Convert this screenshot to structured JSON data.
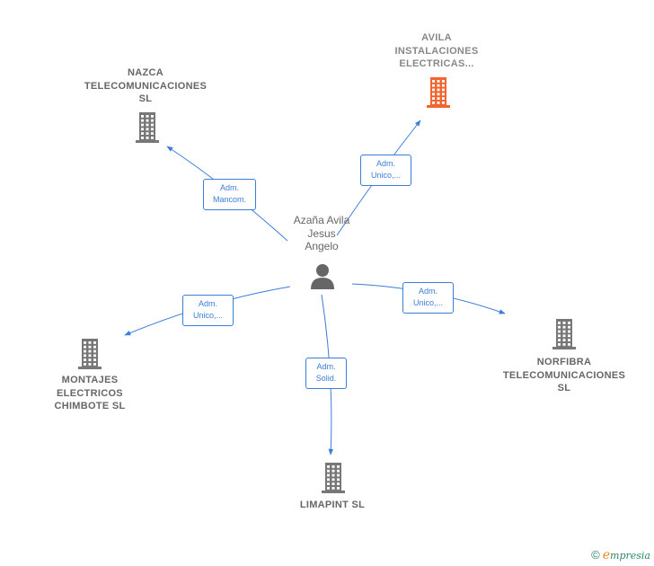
{
  "person": {
    "name_lines": [
      "Azaña Avila",
      "Jesus",
      "Angelo"
    ]
  },
  "companies": [
    {
      "name_lines": [
        "NAZCA",
        "TELECOMUNICACIONES",
        "SL"
      ],
      "highlight": false,
      "color": "#777777"
    },
    {
      "name_lines": [
        "AVILA",
        "INSTALACIONES",
        "ELECTRICAS..."
      ],
      "highlight": true,
      "color": "#f26430"
    },
    {
      "name_lines": [
        "NORFIBRA",
        "TELECOMUNICACIONES",
        "SL"
      ],
      "highlight": false,
      "color": "#777777"
    },
    {
      "name_lines": [
        "LIMAPINT SL"
      ],
      "highlight": false,
      "color": "#777777"
    },
    {
      "name_lines": [
        "MONTAJES",
        "ELECTRICOS",
        "CHIMBOTE SL"
      ],
      "highlight": false,
      "color": "#777777"
    }
  ],
  "edges": [
    {
      "label_lines": [
        "Adm.",
        "Mancom."
      ]
    },
    {
      "label_lines": [
        "Adm.",
        "Unico,..."
      ]
    },
    {
      "label_lines": [
        "Adm.",
        "Unico,..."
      ]
    },
    {
      "label_lines": [
        "Adm.",
        "Solid."
      ]
    },
    {
      "label_lines": [
        "Adm.",
        "Unico,..."
      ]
    }
  ],
  "colors": {
    "edge": "#3b7dd8",
    "person_icon": "#666666"
  },
  "watermark": {
    "copyright": "©",
    "brand_initial": "e",
    "brand_rest": "mpresia"
  }
}
